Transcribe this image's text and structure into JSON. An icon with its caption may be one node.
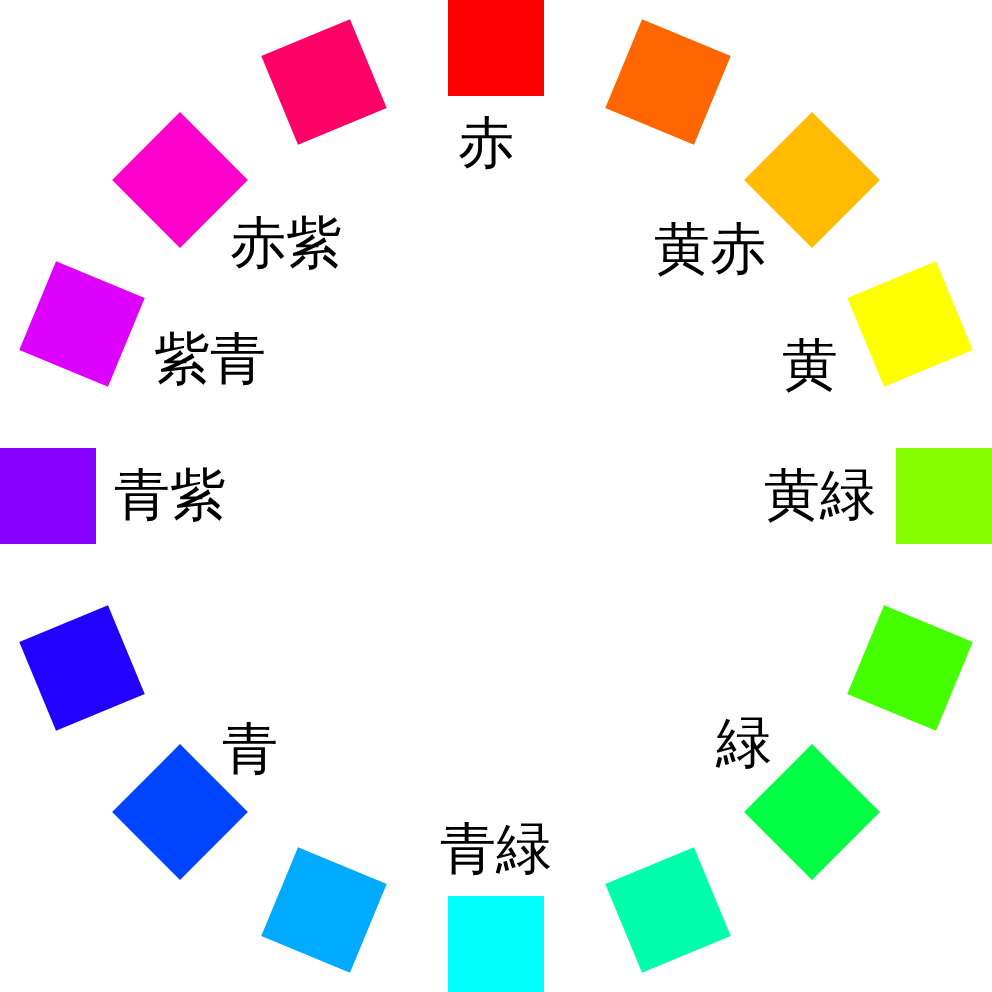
{
  "diagram": {
    "nodes": [
      {
        "text": [],
        "shape": "box",
        "beside": [
          "赤"
        ]
      },
      {
        "text": [],
        "shape": "box"
      },
      {
        "text": [],
        "shape": "box",
        "beside": [
          "黄赤"
        ]
      },
      {
        "text": [],
        "shape": "box",
        "beside": [
          "黄"
        ]
      },
      {
        "text": [],
        "shape": "box",
        "beside": [
          "黄緑"
        ]
      },
      {
        "text": [],
        "shape": "box"
      },
      {
        "text": [],
        "shape": "box",
        "beside": [
          "緑"
        ]
      },
      {
        "text": [],
        "shape": "box"
      },
      {
        "text": [],
        "shape": "box",
        "beside": [
          "青緑"
        ]
      },
      {
        "text": [],
        "shape": "box"
      },
      {
        "text": [],
        "shape": "box",
        "beside": [
          "青"
        ]
      },
      {
        "text": [],
        "shape": "box"
      },
      {
        "text": [],
        "shape": "box",
        "beside": [
          "青紫"
        ]
      },
      {
        "text": [],
        "shape": "box",
        "beside": [
          "紫青"
        ]
      },
      {
        "text": [],
        "shape": "box",
        "beside": [
          "赤紫"
        ]
      },
      {
        "text": [],
        "shape": "box"
      }
    ]
  }
}
